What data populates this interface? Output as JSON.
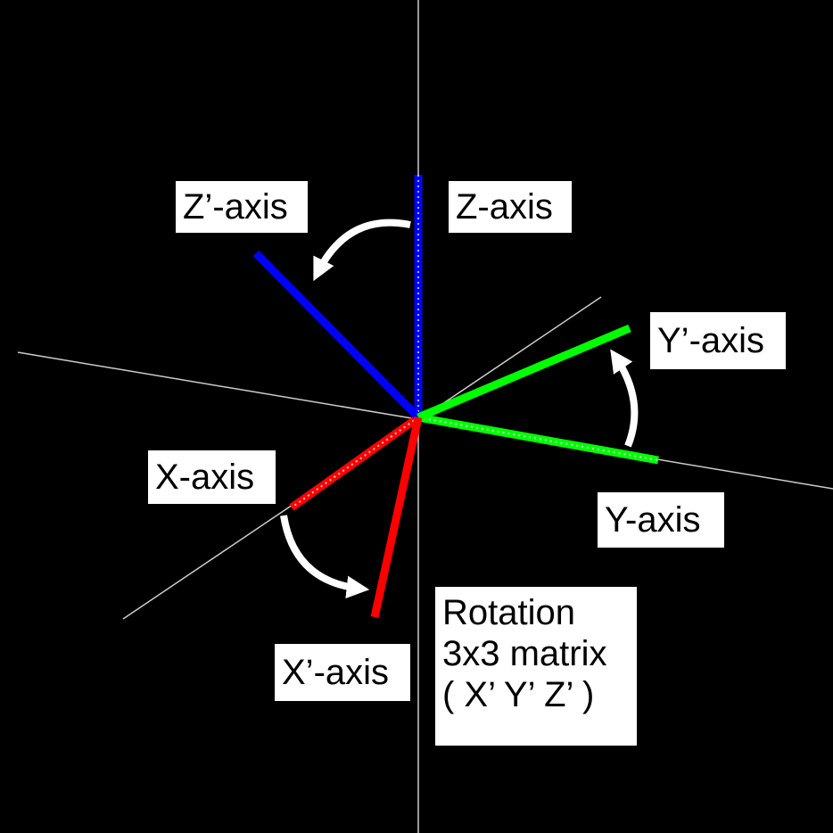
{
  "labels": {
    "z_prime": "Z’-axis",
    "z": "Z-axis",
    "y_prime": "Y’-axis",
    "y": "Y-axis",
    "x": "X-axis",
    "x_prime": "X’-axis",
    "rotation": [
      "Rotation",
      "3x3 matrix",
      "( X’ Y’ Z’ )"
    ]
  },
  "colors": {
    "background": "#000000",
    "x_axis": "#ff0000",
    "y_axis": "#00ff00",
    "z_axis": "#0000ff",
    "reference_lines": "#cccccc",
    "arrows": "#ffffff",
    "label_background": "#ffffff",
    "label_text": "#000000"
  }
}
